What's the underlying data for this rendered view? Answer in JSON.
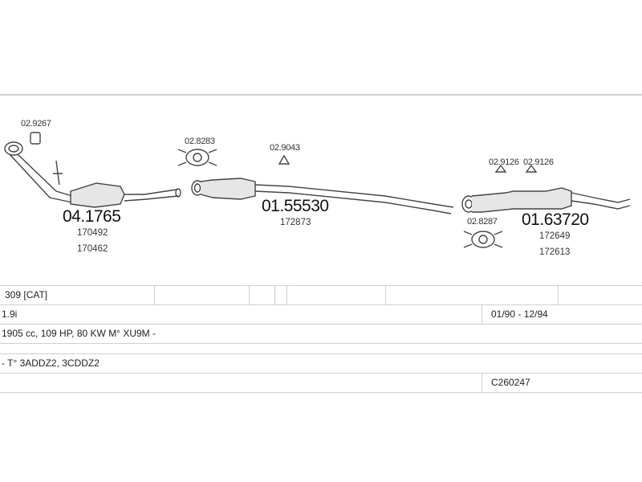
{
  "parts": {
    "p1": {
      "code": "02.9267"
    },
    "p2": {
      "code": "04.1765",
      "refs": [
        "170492",
        "170462"
      ]
    },
    "p3": {
      "code": "02.8283"
    },
    "p4": {
      "code": "02.9043"
    },
    "p5": {
      "code": "01.55530",
      "refs": [
        "172873"
      ]
    },
    "p6": {
      "code": "02.9126"
    },
    "p7": {
      "code": "02.9126"
    },
    "p8": {
      "code": "02.8287"
    },
    "p9": {
      "code": "01.63720",
      "refs": [
        "172649",
        "172613"
      ]
    }
  },
  "table": {
    "model": "309  [CAT]",
    "engine": "1.9i",
    "years": "01/90 - 12/94",
    "specs": "1905 cc, 109 HP, 80 KW M° XU9M -",
    "types": "- T° 3ADDZ2, 3CDDZ2",
    "catalog": "C260247"
  },
  "colors": {
    "line": "#cfcfcf",
    "drawing": "#444444"
  }
}
